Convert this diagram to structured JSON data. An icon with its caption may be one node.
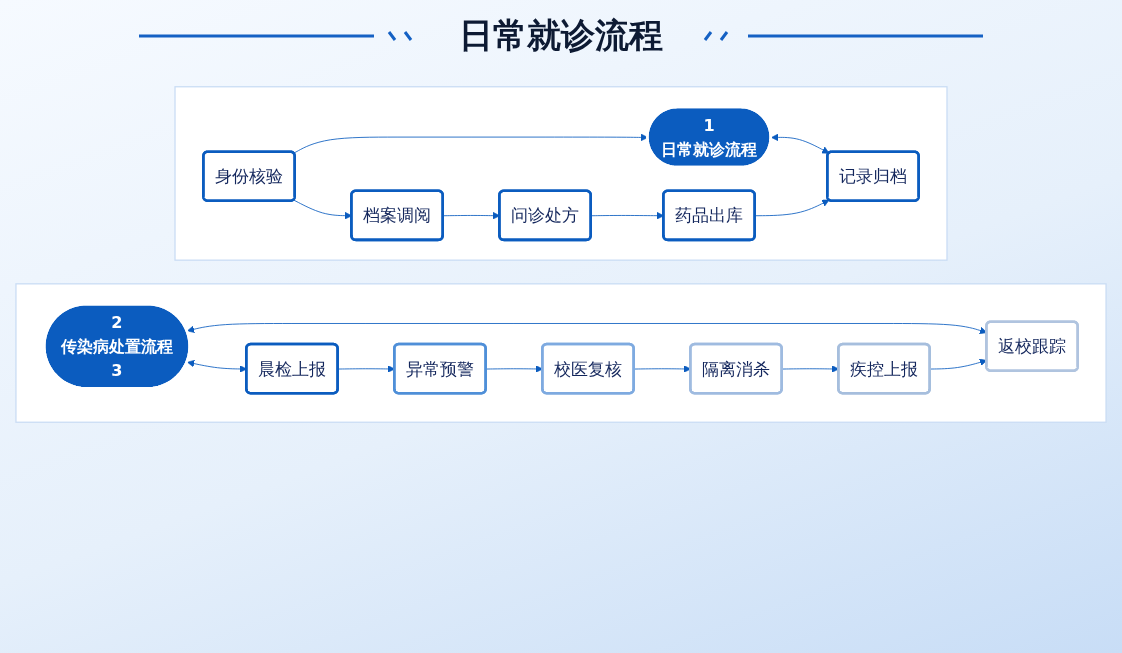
{
  "diagram": {
    "title": "日常就诊流程",
    "nodes": [
      {
        "text": [],
        "shape": "box"
      },
      {
        "text": [
          "1",
          "日常就诊流程"
        ],
        "in": 0
      },
      {
        "text": [
          "身份核验"
        ],
        "in": 0
      },
      {
        "text": [
          "档案调阅"
        ],
        "in": 0
      },
      {
        "text": [
          "问诊处方"
        ],
        "in": 0
      },
      {
        "text": [
          "药品出库"
        ],
        "in": 0
      },
      {
        "text": [
          "记录归档"
        ],
        "in": 0
      },
      {
        "text": [],
        "shape": "box"
      },
      {
        "text": [
          "2",
          "传染病处置流程",
          "3"
        ],
        "in": 7
      },
      {
        "text": [
          "晨检上报"
        ],
        "in": 7
      },
      {
        "text": [
          "异常预警"
        ],
        "in": 7
      },
      {
        "text": [
          "校医复核"
        ],
        "in": 7
      },
      {
        "text": [
          "隔离消杀"
        ],
        "in": 7
      },
      {
        "text": [
          "疾控上报"
        ],
        "in": 7
      },
      {
        "text": [
          "返校跟踪"
        ],
        "in": 7
      }
    ],
    "edges": [
      {
        "from": 2,
        "to": 1,
        "arrow": "to"
      },
      {
        "from": 1,
        "to": 6,
        "arrow": "both"
      },
      {
        "from": 2,
        "to": 3,
        "arrow": "to"
      },
      {
        "from": 3,
        "to": 4,
        "arrow": "to"
      },
      {
        "from": 4,
        "to": 5,
        "arrow": "to"
      },
      {
        "from": 5,
        "to": 6,
        "arrow": "to"
      },
      {
        "from": 8,
        "to": 9,
        "arrow": "both"
      },
      {
        "from": 8,
        "to": 14,
        "arrow": "both"
      },
      {
        "from": 9,
        "to": 10,
        "arrow": "to"
      },
      {
        "from": 10,
        "to": 11,
        "arrow": "to"
      },
      {
        "from": 11,
        "to": 12,
        "arrow": "to"
      },
      {
        "from": 12,
        "to": 13,
        "arrow": "to"
      },
      {
        "from": 13,
        "to": 14,
        "arrow": "to"
      }
    ]
  }
}
